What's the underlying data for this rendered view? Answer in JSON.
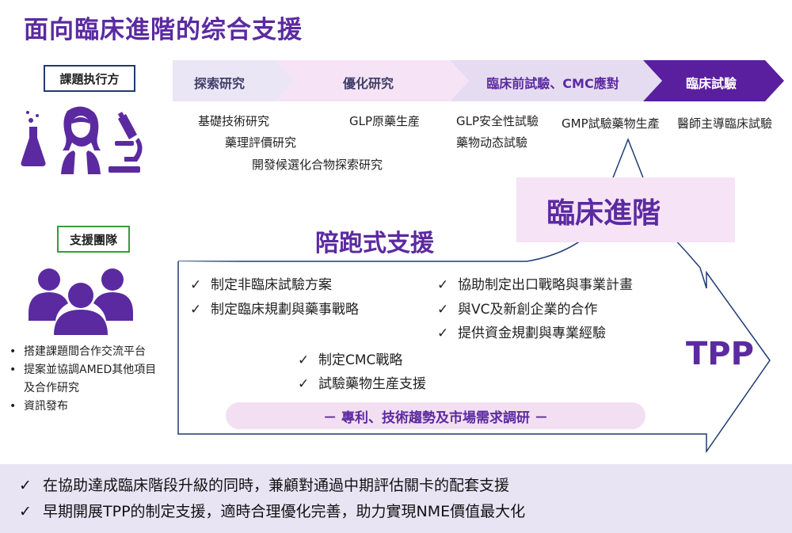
{
  "title": "面向臨床進階的综合支援",
  "labels": {
    "executor": "課題执行方",
    "support_team": "支援團隊"
  },
  "stages": [
    {
      "label": "探索研究",
      "color": "#5a5a8a"
    },
    {
      "label": "優化研究",
      "color": "#5a5a8a"
    },
    {
      "label": "臨床前試驗、CMC應對",
      "color": "#5b2aa0"
    },
    {
      "label": "臨床試驗",
      "color": "#ffffff"
    }
  ],
  "activities": {
    "a1": "基礎技術研究",
    "a2": "藥理評價研究",
    "a3": "開發候選化合物探索研究",
    "b1": "GLP原藥生産",
    "c1": "GLP安全性試驗",
    "c2": "藥物动态試驗",
    "d1": "GMP試驗藥物生產",
    "e1": "醫師主導臨床試驗"
  },
  "clinical_advance": "臨床進階",
  "accompany_support": "陪跑式支援",
  "checks_left": [
    "制定非臨床試驗方案",
    "制定臨床規劃與藥事戰略"
  ],
  "checks_right": [
    "協助制定出口戰略與事業計畫",
    "與VC及新創企業的合作",
    "提供資金規劃與專業經驗"
  ],
  "checks_mid": [
    "制定CMC戰略",
    "試驗藥物生産支援"
  ],
  "check_mark": "✓",
  "tpp": "TPP",
  "research_line": "－  專利、技術趨勢及市場需求調研  －",
  "bullets": [
    "搭建課題間合作交流平台",
    "提案並協調AMED其他項目",
    "及合作研究",
    "資訊發布"
  ],
  "bullet_mark": "•",
  "banner": [
    "在協助達成臨床階段升級的同時，兼顧對通過中期評估關卡的配套支援",
    "早期開展TPP的制定支援，適時合理優化完善，助力實現NME價值最大化"
  ],
  "colors": {
    "accent_purple": "#5b2aa0",
    "deep_purple": "#5a1f9e",
    "pink_light": "#f6e3f5",
    "lavender": "#eae6f6",
    "banner_bg": "#e9e4f4"
  }
}
